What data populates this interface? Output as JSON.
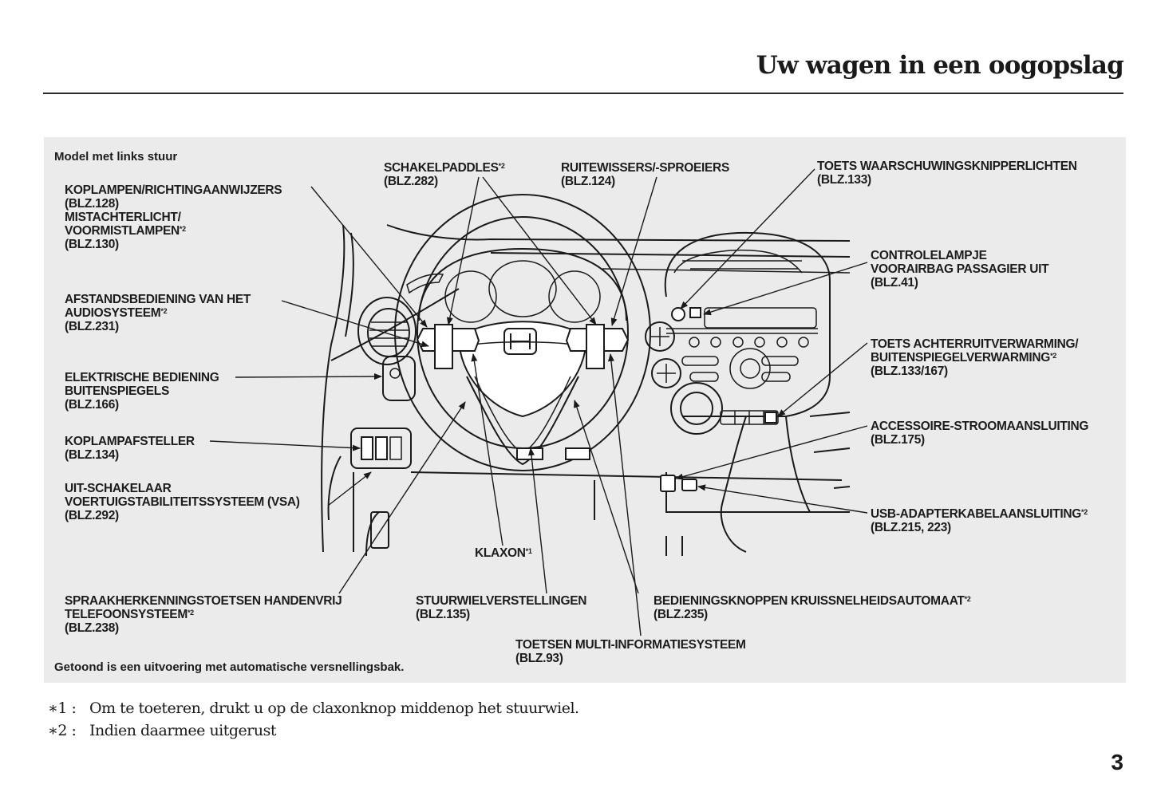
{
  "header": {
    "title": "Uw wagen in een oogopslag"
  },
  "diagram": {
    "model_note": "Model met links stuur",
    "bottom_note": "Getoond is een uitvoering met automatische versnellingsbak.",
    "labels": {
      "koplampen": {
        "lines": [
          "KOPLAMPEN/RICHTINGAANWIJZERS",
          "(BLZ.128)",
          "MISTACHTERLICHT/"
        ],
        "sup_line": "VOORMISTLAMPEN",
        "sup": "*2",
        "page": "(BLZ.130)"
      },
      "audio": {
        "line1": "AFSTANDSBEDIENING VAN HET",
        "line2": "AUDIOSYSTEEM",
        "sup": "*2",
        "page": "(BLZ.231)"
      },
      "spiegels": {
        "line1": "ELEKTRISCHE BEDIENING",
        "line2": "BUITENSPIEGELS",
        "page": "(BLZ.166)"
      },
      "koplampafsteller": {
        "line1": "KOPLAMPAFSTELLER",
        "page": "(BLZ.134)"
      },
      "vsa": {
        "line1": "UIT-SCHAKELAAR",
        "line2": "VOERTUIGSTABILITEITSSYSTEEM (VSA)",
        "page": "(BLZ.292)"
      },
      "spraak": {
        "line1": "SPRAAKHERKENNINGSTOETSEN HANDENVRIJ",
        "line2": "TELEFOONSYSTEEM",
        "sup": "*2",
        "page": "(BLZ.238)"
      },
      "schakelpaddles": {
        "line1": "SCHAKELPADDLES",
        "sup": "*2",
        "page": "(BLZ.282)"
      },
      "ruitewissers": {
        "line1": "RUITEWISSERS/-SPROEIERS",
        "page": "(BLZ.124)"
      },
      "waarschuwing": {
        "line1": "TOETS WAARSCHUWINGSKNIPPERLICHTEN",
        "page": "(BLZ.133)"
      },
      "airbag": {
        "line1": "CONTROLELAMPJE",
        "line2": "VOORAIRBAG PASSAGIER UIT",
        "page": "(BLZ.41)"
      },
      "achterruit": {
        "line1": "TOETS ACHTERRUITVERWARMING/",
        "line2": "BUITENSPIEGELVERWARMING",
        "sup": "*2",
        "page": "(BLZ.133/167)"
      },
      "accessoire": {
        "line1": "ACCESSOIRE-STROOMAANSLUITING",
        "page": "(BLZ.175)"
      },
      "usb": {
        "line1": "USB-ADAPTERKABELAANSLUITING",
        "sup": "*2",
        "page": "(BLZ.215, 223)"
      },
      "klaxon": {
        "line1": "KLAXON",
        "sup": "*1"
      },
      "stuurwiel": {
        "line1": "STUURWIELVERSTELLINGEN",
        "page": "(BLZ.135)"
      },
      "cruise": {
        "line1": "BEDIENINGSKNOPPEN KRUISSNELHEIDSAUTOMAAT",
        "sup": "*2",
        "page": "(BLZ.235)"
      },
      "multiinfo": {
        "line1": "TOETSEN MULTI-INFORMATIESYSTEEM",
        "page": "(BLZ.93)"
      }
    }
  },
  "footnotes": [
    {
      "mark": "∗1 :",
      "text": "Om te toeteren, drukt u op de claxonknop middenop het stuurwiel."
    },
    {
      "mark": "∗2 :",
      "text": "Indien daarmee uitgerust"
    }
  ],
  "page_number": "3"
}
